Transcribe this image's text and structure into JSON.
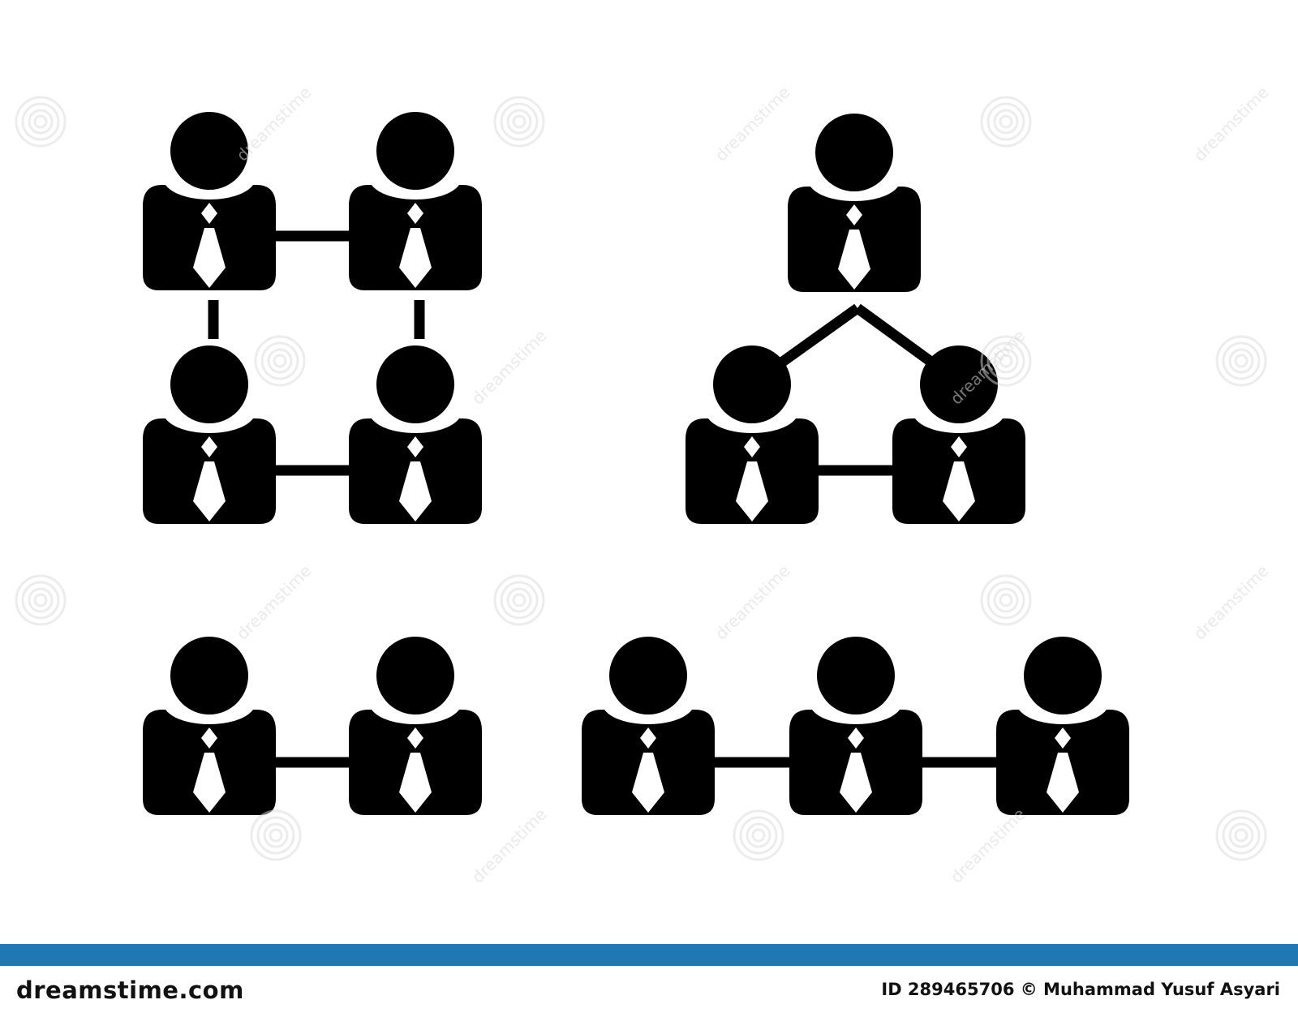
{
  "illustration": {
    "icon_color": "#000000",
    "tie_color": "#ffffff",
    "connector_color": "#000000",
    "groups": [
      {
        "name": "group-four-square",
        "members": 4,
        "layout": "2x2 square",
        "links": 4
      },
      {
        "name": "group-three-triangle",
        "members": 3,
        "layout": "triangle",
        "links": 3
      },
      {
        "name": "group-two-row",
        "members": 2,
        "layout": "row",
        "links": 1
      },
      {
        "name": "group-three-row",
        "members": 3,
        "layout": "row",
        "links": 2
      }
    ]
  },
  "watermark": {
    "text": "dreamstime",
    "color": "#d9d9d9"
  },
  "footer": {
    "stripe_color": "#1f78b4",
    "logo_text": "dreamstime.com",
    "credit_text": "ID 289465706 © Muhammad Yusuf Asyari"
  }
}
